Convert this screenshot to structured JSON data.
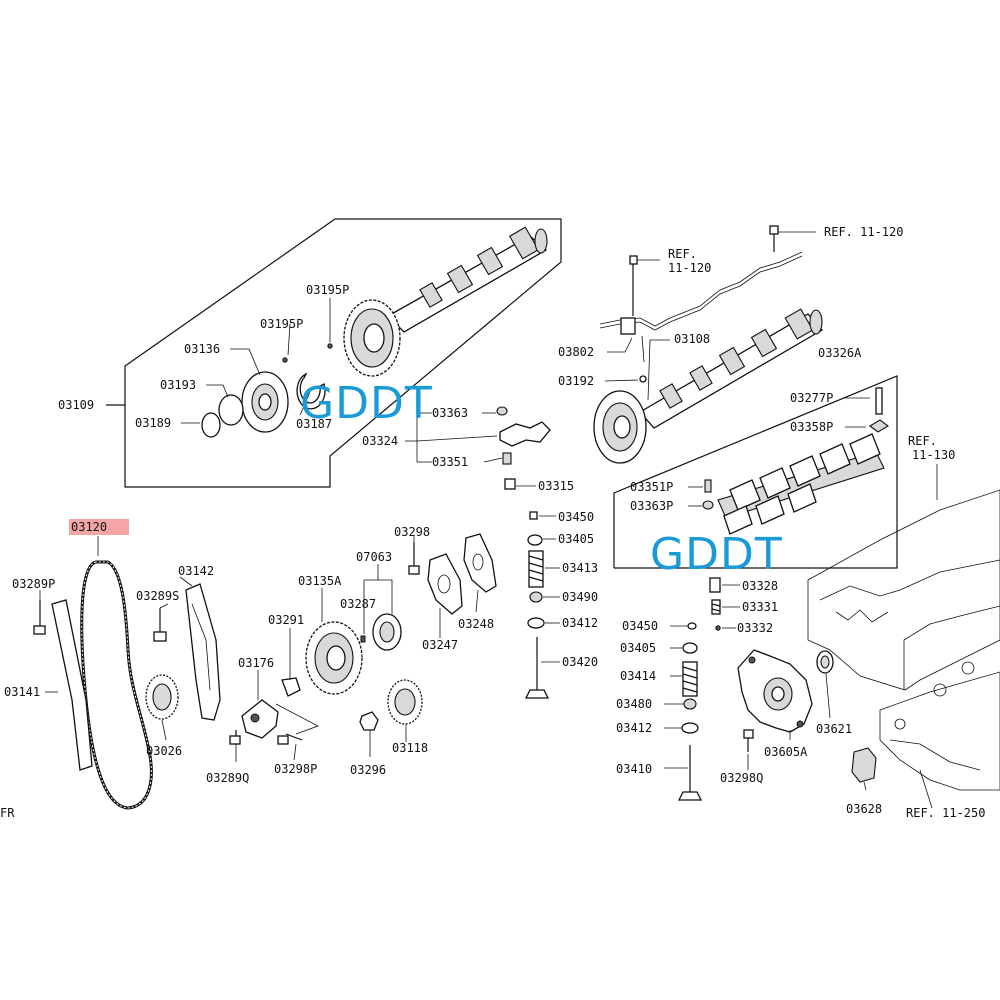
{
  "watermarks": [
    "GDDT",
    "GDDT"
  ],
  "highlight_color": "#f4a6a6",
  "watermark_color": "#1a9bd7",
  "highlighted_part": "03120",
  "labels": {
    "p03109": "03109",
    "p03136": "03136",
    "p03193": "03193",
    "p03189": "03189",
    "p03195P_a": "03195P",
    "p03195P_b": "03195P",
    "p03187": "03187",
    "p03363_a": "03363",
    "p03324": "03324",
    "p03351_a": "03351",
    "p03315": "03315",
    "ref_11_120_a_1": "REF.",
    "ref_11_120_a_2": "11-120",
    "ref_11_120_b": "REF. 11-120",
    "p03802": "03802",
    "p03108": "03108",
    "p03192": "03192",
    "p03326A": "03326A",
    "p03277P": "03277P",
    "p03358P": "03358P",
    "ref_11_130_1": "REF.",
    "ref_11_130_2": "11-130",
    "p03351P": "03351P",
    "p03363P": "03363P",
    "p03120": "03120",
    "p03289P": "03289P",
    "p03141": "03141",
    "p03142": "03142",
    "p03289S": "03289S",
    "p03026": "03026",
    "p03289Q": "03289Q",
    "p03298_a": "03298",
    "p07063": "07063",
    "p03135A": "03135A",
    "p03287": "03287",
    "p03291": "03291",
    "p03176": "03176",
    "p03298P": "03298P",
    "p03296": "03296",
    "p03118": "03118",
    "p03247": "03247",
    "p03248": "03248",
    "p03450_a": "03450",
    "p03405_a": "03405",
    "p03413": "03413",
    "p03490": "03490",
    "p03412_a": "03412",
    "p03420": "03420",
    "p03328": "03328",
    "p03331": "03331",
    "p03332": "03332",
    "p03450_b": "03450",
    "p03405_b": "03405",
    "p03414": "03414",
    "p03480": "03480",
    "p03412_b": "03412",
    "p03410": "03410",
    "p03298Q": "03298Q",
    "p03605A": "03605A",
    "p03621": "03621",
    "p03628": "03628",
    "ref_11_250": "REF. 11-250",
    "fr": "FR"
  }
}
